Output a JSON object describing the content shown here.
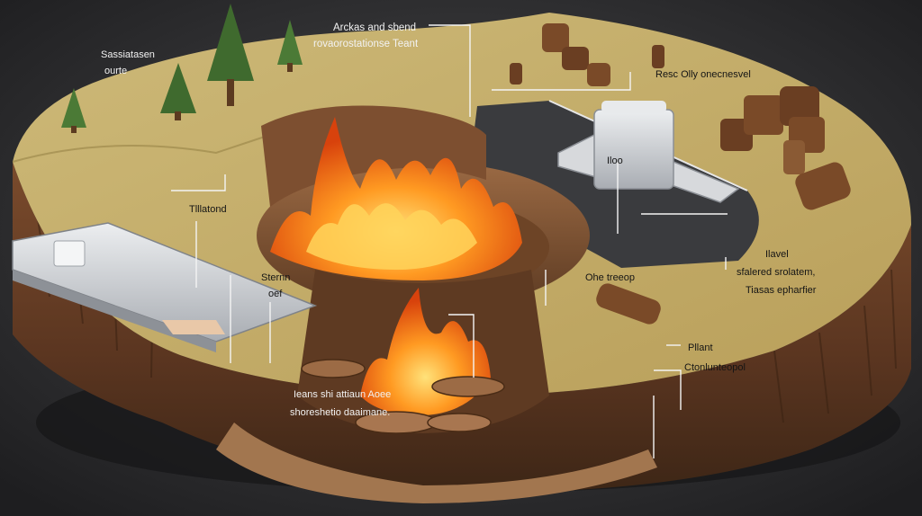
{
  "labels": {
    "top_center_line1": "Arckas and sbend",
    "top_center_line2": "rovaorostationse Teant",
    "top_left_line1": "Sassiatasen",
    "top_left_line2": "ourte",
    "right_top": "Resc Olly onecnesvel",
    "center_box": "Iloo",
    "left_mid": "Tlllatond",
    "left_lower_line1": "Sternn",
    "left_lower_line2": "oef",
    "right_mid_line1": "Ilavel",
    "right_mid_line2": "sfalered srolatem,",
    "right_mid_line3": "Tiasas epharfier",
    "center_right": "Ohe treeop",
    "right_lower_1": "Pllant",
    "right_lower_2": "Ctonlunteopol",
    "bottom_line1": "Ieans shi attiaun Aoee",
    "bottom_line2": "shoreshetio daaimane."
  },
  "colors": {
    "background": "#2b2b2d",
    "ground": "#c9b46c",
    "soil": "#6b4026",
    "fire": "#f07a18",
    "metal": "#cfd2d6",
    "asphalt": "#3a3b3e"
  }
}
